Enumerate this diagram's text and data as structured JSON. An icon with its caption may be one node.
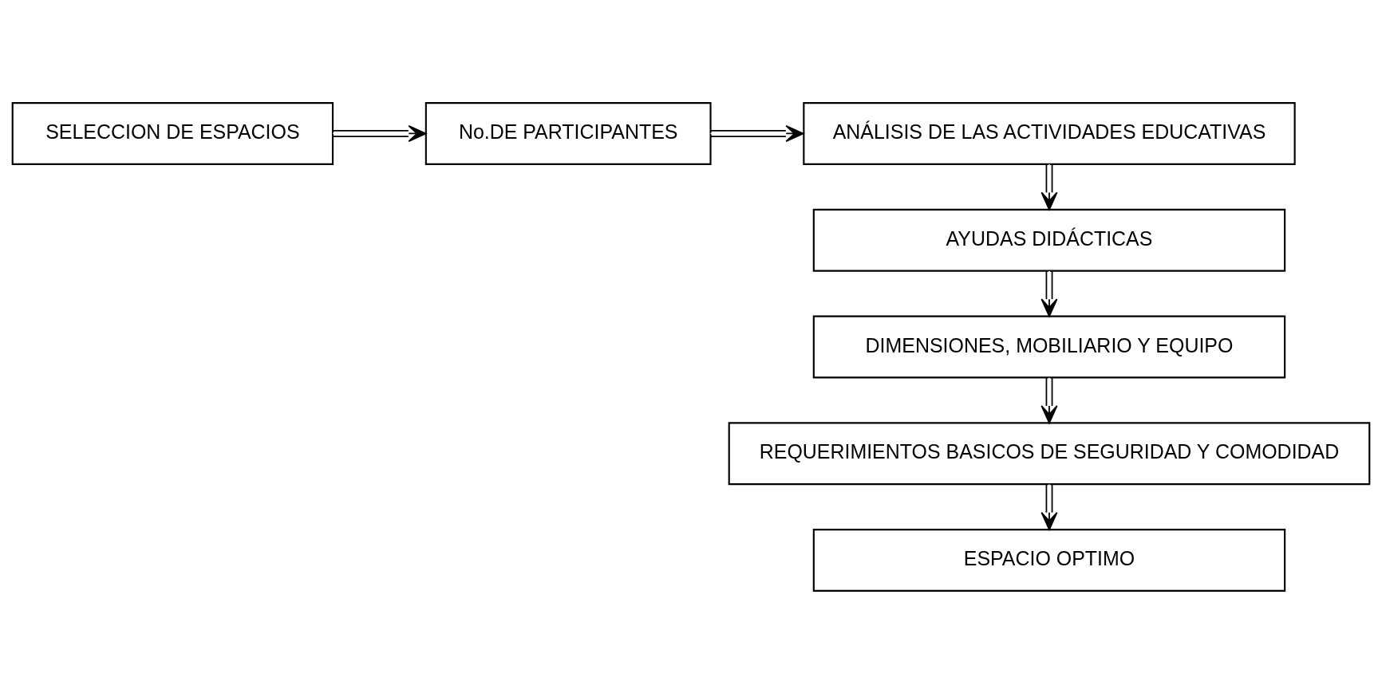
{
  "diagram": {
    "nodes": [
      {
        "text": [
          "SELECCION DE ESPACIOS"
        ]
      },
      {
        "text": [
          "No.DE PARTICIPANTES"
        ]
      },
      {
        "text": [
          "ANÁLISIS DE LAS ACTIVIDADES EDUCATIVAS"
        ]
      },
      {
        "text": [
          "AYUDAS DIDÁCTICAS"
        ]
      },
      {
        "text": [
          "DIMENSIONES, MOBILIARIO Y EQUIPO"
        ]
      },
      {
        "text": [
          "REQUERIMIENTOS BASICOS DE SEGURIDAD Y COMODIDAD"
        ]
      },
      {
        "text": [
          "ESPACIO OPTIMO"
        ]
      }
    ],
    "edges": [
      {
        "from": 0,
        "to": 1,
        "arrow": "to"
      },
      {
        "from": 1,
        "to": 2,
        "arrow": "to"
      },
      {
        "from": 2,
        "to": 3,
        "arrow": "to"
      },
      {
        "from": 3,
        "to": 4,
        "arrow": "to"
      },
      {
        "from": 4,
        "to": 5,
        "arrow": "to"
      },
      {
        "from": 5,
        "to": 6,
        "arrow": "to"
      }
    ]
  }
}
